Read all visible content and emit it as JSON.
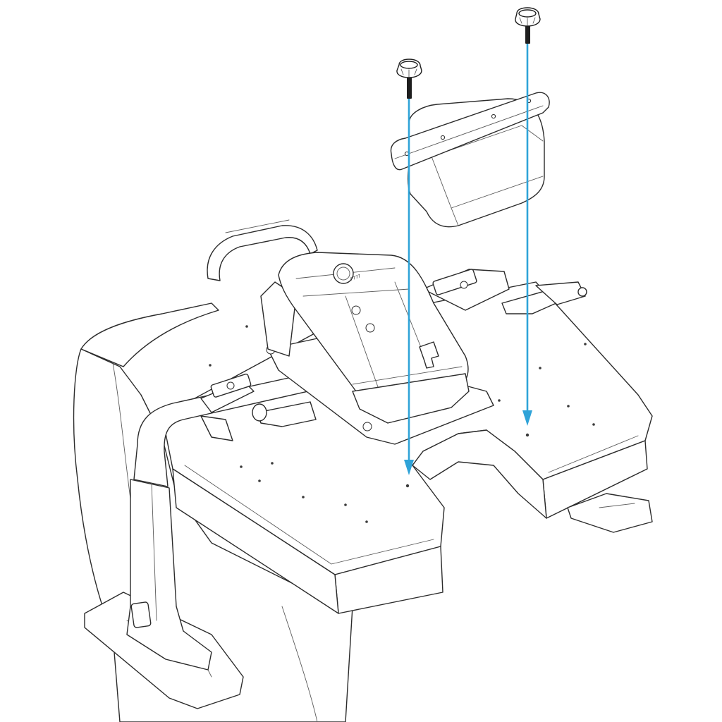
{
  "diagram": {
    "colors": {
      "arrow": "#2fa3d8",
      "line": "#2b2b2b",
      "background": "#ffffff"
    },
    "parts": [
      {
        "name": "knob-screw-left",
        "icon": "thumb-screw-icon"
      },
      {
        "name": "knob-screw-right",
        "icon": "thumb-screw-icon"
      },
      {
        "name": "mounting-bracket",
        "icon": "bracket-icon"
      },
      {
        "name": "base-platform",
        "icon": "platform-icon"
      }
    ],
    "embossed_text": "F777"
  }
}
